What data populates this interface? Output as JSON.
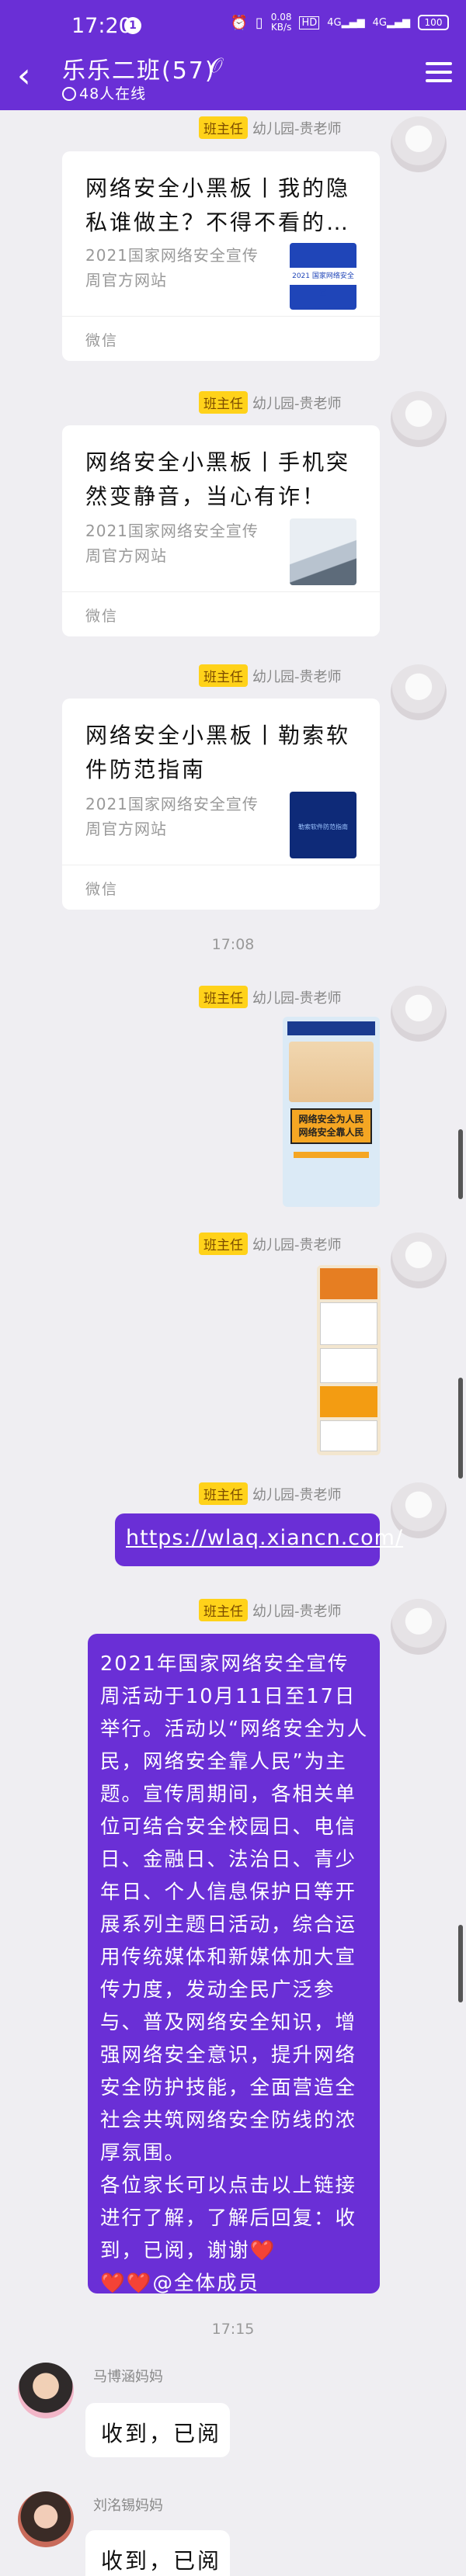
{
  "status_bar": {
    "time": "17:20",
    "notification_count": "1",
    "net_speed_value": "0.08",
    "net_speed_unit": "KB/s",
    "hd": "HD",
    "signal1": "4G",
    "signal2": "4G",
    "battery": "100"
  },
  "header": {
    "title": "乐乐二班(57)",
    "online": "48人在线"
  },
  "sender_name": "幼儿园-贵老师",
  "sender_badge": "班主任",
  "cards": [
    {
      "title": "网络安全小黑板丨我的隐私谁做主？不得不看的…",
      "source": "2021国家网络安全宣传周官方网站",
      "footer": "微信",
      "thumb_caption": "2021 国家网络安全宣"
    },
    {
      "title": "网络安全小黑板丨手机突然变静音，当心有诈！",
      "source": "2021国家网络安全宣传周官方网站",
      "footer": "微信"
    },
    {
      "title": "网络安全小黑板丨勒索软件防范指南",
      "source": "2021国家网络安全宣传周官方网站",
      "footer": "微信",
      "thumb_caption": "勒索软件防范指南"
    }
  ],
  "time_1": "17:08",
  "poster_1": {
    "line1": "网络安全为人民",
    "line2": "网络安全靠人民"
  },
  "link": "https://wlaq.xiancn.com/",
  "notice": "2021年国家网络安全宣传周活动于10月11日至17日举行。活动以“网络安全为人民，网络安全靠人民”为主题。宣传周期间，各相关单位可结合安全校园日、电信日、金融日、法治日、青少年日、个人信息保护日等开展系列主题日活动，综合运用传统媒体和新媒体加大宣传力度，发动全民广泛参与、普及网络安全知识，增强网络安全意识，提升网络安全防护技能，全面营造全社会共筑网络安全防线的浓厚氛围。\n各位家长可以点击以上链接进行了解，了解后回复：收到，已阅，谢谢❤️\n❤️❤️@全体成员",
  "time_2": "17:15",
  "replies": [
    {
      "name": "马博涵妈妈",
      "text": "收到，已阅"
    },
    {
      "name": "刘洺锡妈妈",
      "text": "收到，已阅"
    }
  ],
  "colors": {
    "header": "#6a2fd6",
    "bubble": "#6a2fd6",
    "badge": "#ffd21a"
  }
}
